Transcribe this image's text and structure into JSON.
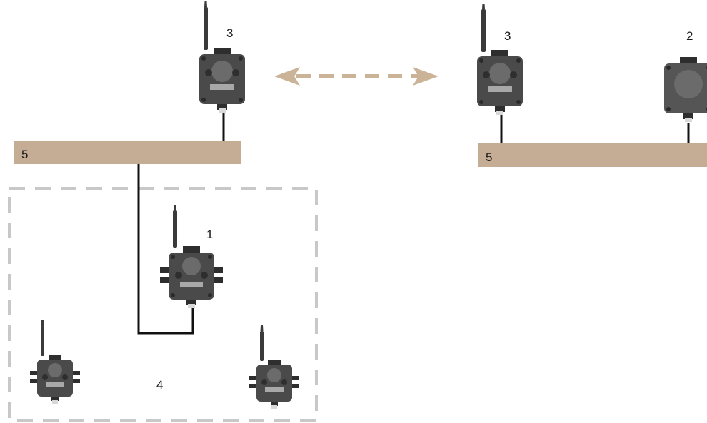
{
  "colors": {
    "bus": "#c4ad94",
    "device_body": "#4a4a4a",
    "device_dark": "#2e2e2e",
    "device_dome": "#6b6b6b",
    "device_plate": "#a8a8a8",
    "arrow": "#cbb398",
    "zone_border": "#c8c8c8",
    "wire": "#111111"
  },
  "labels": {
    "left_gateway": "3",
    "right_gateway": "3",
    "right_node": "2",
    "left_bus": "5",
    "right_bus": "5",
    "center_node": "1",
    "zone": "4"
  },
  "icons": {
    "wireless_device": "wireless-node-icon",
    "wired_device": "wired-node-icon",
    "link": "bidirectional-arrow-icon"
  }
}
